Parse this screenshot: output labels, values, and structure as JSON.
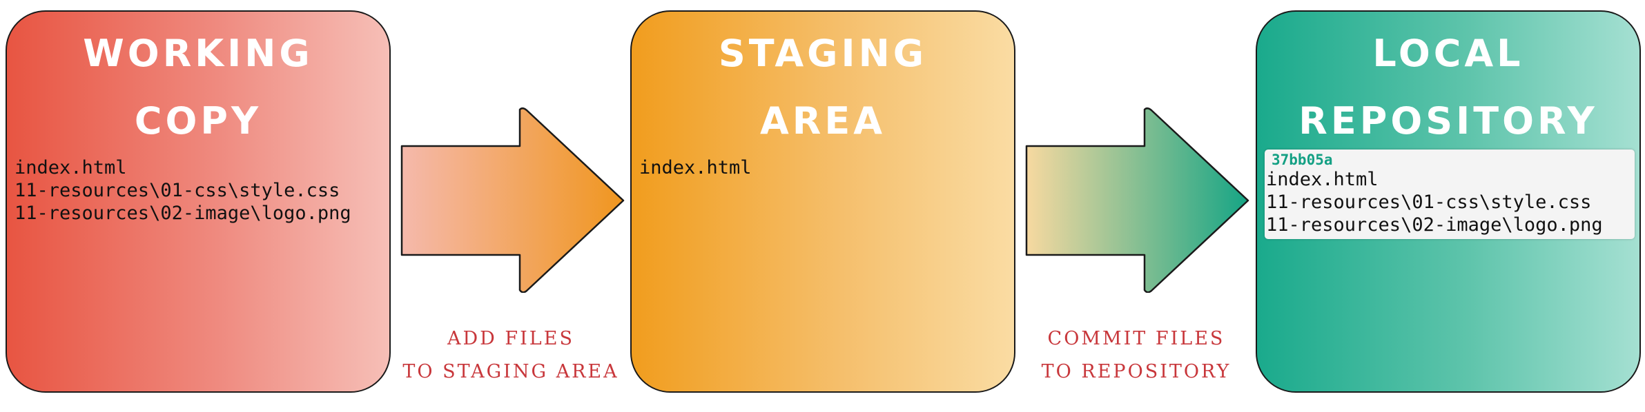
{
  "stages": {
    "working": {
      "title": [
        "WORKING",
        "COPY"
      ],
      "files": [
        "index.html",
        "11-resources\\01-css\\style.css",
        "11-resources\\02-image\\logo.png"
      ]
    },
    "staging": {
      "title": [
        "STAGING",
        "AREA"
      ],
      "files": [
        "index.html"
      ]
    },
    "repository": {
      "title": [
        "LOCAL",
        "REPOSITORY"
      ],
      "commit": {
        "hash": "37bb05a",
        "files": [
          "index.html",
          "11-resources\\01-css\\style.css",
          "11-resources\\02-image\\logo.png"
        ]
      }
    }
  },
  "transitions": {
    "add": {
      "label": [
        "ADD FILES",
        "TO STAGING AREA"
      ]
    },
    "commit": {
      "label": [
        "COMMIT FILES",
        "TO REPOSITORY"
      ]
    }
  },
  "colors": {
    "working": "#e85542",
    "staging": "#f19d1e",
    "repository": "#1aaa8c",
    "caption": "#c8373b",
    "commit_hash": "#14a084"
  }
}
